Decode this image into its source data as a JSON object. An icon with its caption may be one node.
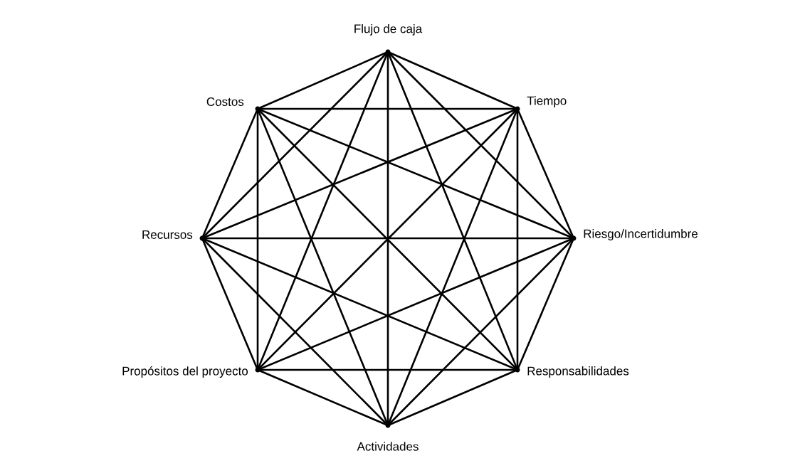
{
  "diagram": {
    "nodes": [
      {
        "text": [],
        "shape": "circle",
        "beside": [
          "Flujo de caja"
        ]
      },
      {
        "text": [],
        "shape": "circle",
        "beside": [
          "Tiempo"
        ]
      },
      {
        "text": [],
        "shape": "circle",
        "beside": [
          "Riesgo/Incertidumbre"
        ]
      },
      {
        "text": [],
        "shape": "circle",
        "beside": [
          "Responsabilidades"
        ]
      },
      {
        "text": [],
        "shape": "circle",
        "beside": [
          "Actividades"
        ]
      },
      {
        "text": [],
        "shape": "circle",
        "beside": [
          "Propósitos del proyecto"
        ]
      },
      {
        "text": [],
        "shape": "circle",
        "beside": [
          "Recursos"
        ]
      },
      {
        "text": [],
        "shape": "circle",
        "beside": [
          "Costos"
        ]
      }
    ],
    "edges": [
      {
        "from": 0,
        "to": 1,
        "arrow": "none"
      },
      {
        "from": 0,
        "to": 2,
        "arrow": "none"
      },
      {
        "from": 0,
        "to": 3,
        "arrow": "none"
      },
      {
        "from": 0,
        "to": 4,
        "arrow": "none"
      },
      {
        "from": 0,
        "to": 5,
        "arrow": "none"
      },
      {
        "from": 0,
        "to": 6,
        "arrow": "none"
      },
      {
        "from": 0,
        "to": 7,
        "arrow": "none"
      },
      {
        "from": 1,
        "to": 2,
        "arrow": "none"
      },
      {
        "from": 1,
        "to": 3,
        "arrow": "none"
      },
      {
        "from": 1,
        "to": 4,
        "arrow": "none"
      },
      {
        "from": 1,
        "to": 5,
        "arrow": "none"
      },
      {
        "from": 1,
        "to": 6,
        "arrow": "none"
      },
      {
        "from": 1,
        "to": 7,
        "arrow": "none"
      },
      {
        "from": 2,
        "to": 3,
        "arrow": "none"
      },
      {
        "from": 2,
        "to": 4,
        "arrow": "none"
      },
      {
        "from": 2,
        "to": 5,
        "arrow": "none"
      },
      {
        "from": 2,
        "to": 6,
        "arrow": "none"
      },
      {
        "from": 2,
        "to": 7,
        "arrow": "none"
      },
      {
        "from": 3,
        "to": 4,
        "arrow": "none"
      },
      {
        "from": 3,
        "to": 5,
        "arrow": "none"
      },
      {
        "from": 3,
        "to": 6,
        "arrow": "none"
      },
      {
        "from": 3,
        "to": 7,
        "arrow": "none"
      },
      {
        "from": 4,
        "to": 5,
        "arrow": "none"
      },
      {
        "from": 4,
        "to": 6,
        "arrow": "none"
      },
      {
        "from": 4,
        "to": 7,
        "arrow": "none"
      },
      {
        "from": 5,
        "to": 6,
        "arrow": "none"
      },
      {
        "from": 5,
        "to": 7,
        "arrow": "none"
      },
      {
        "from": 6,
        "to": 7,
        "arrow": "none"
      }
    ]
  }
}
